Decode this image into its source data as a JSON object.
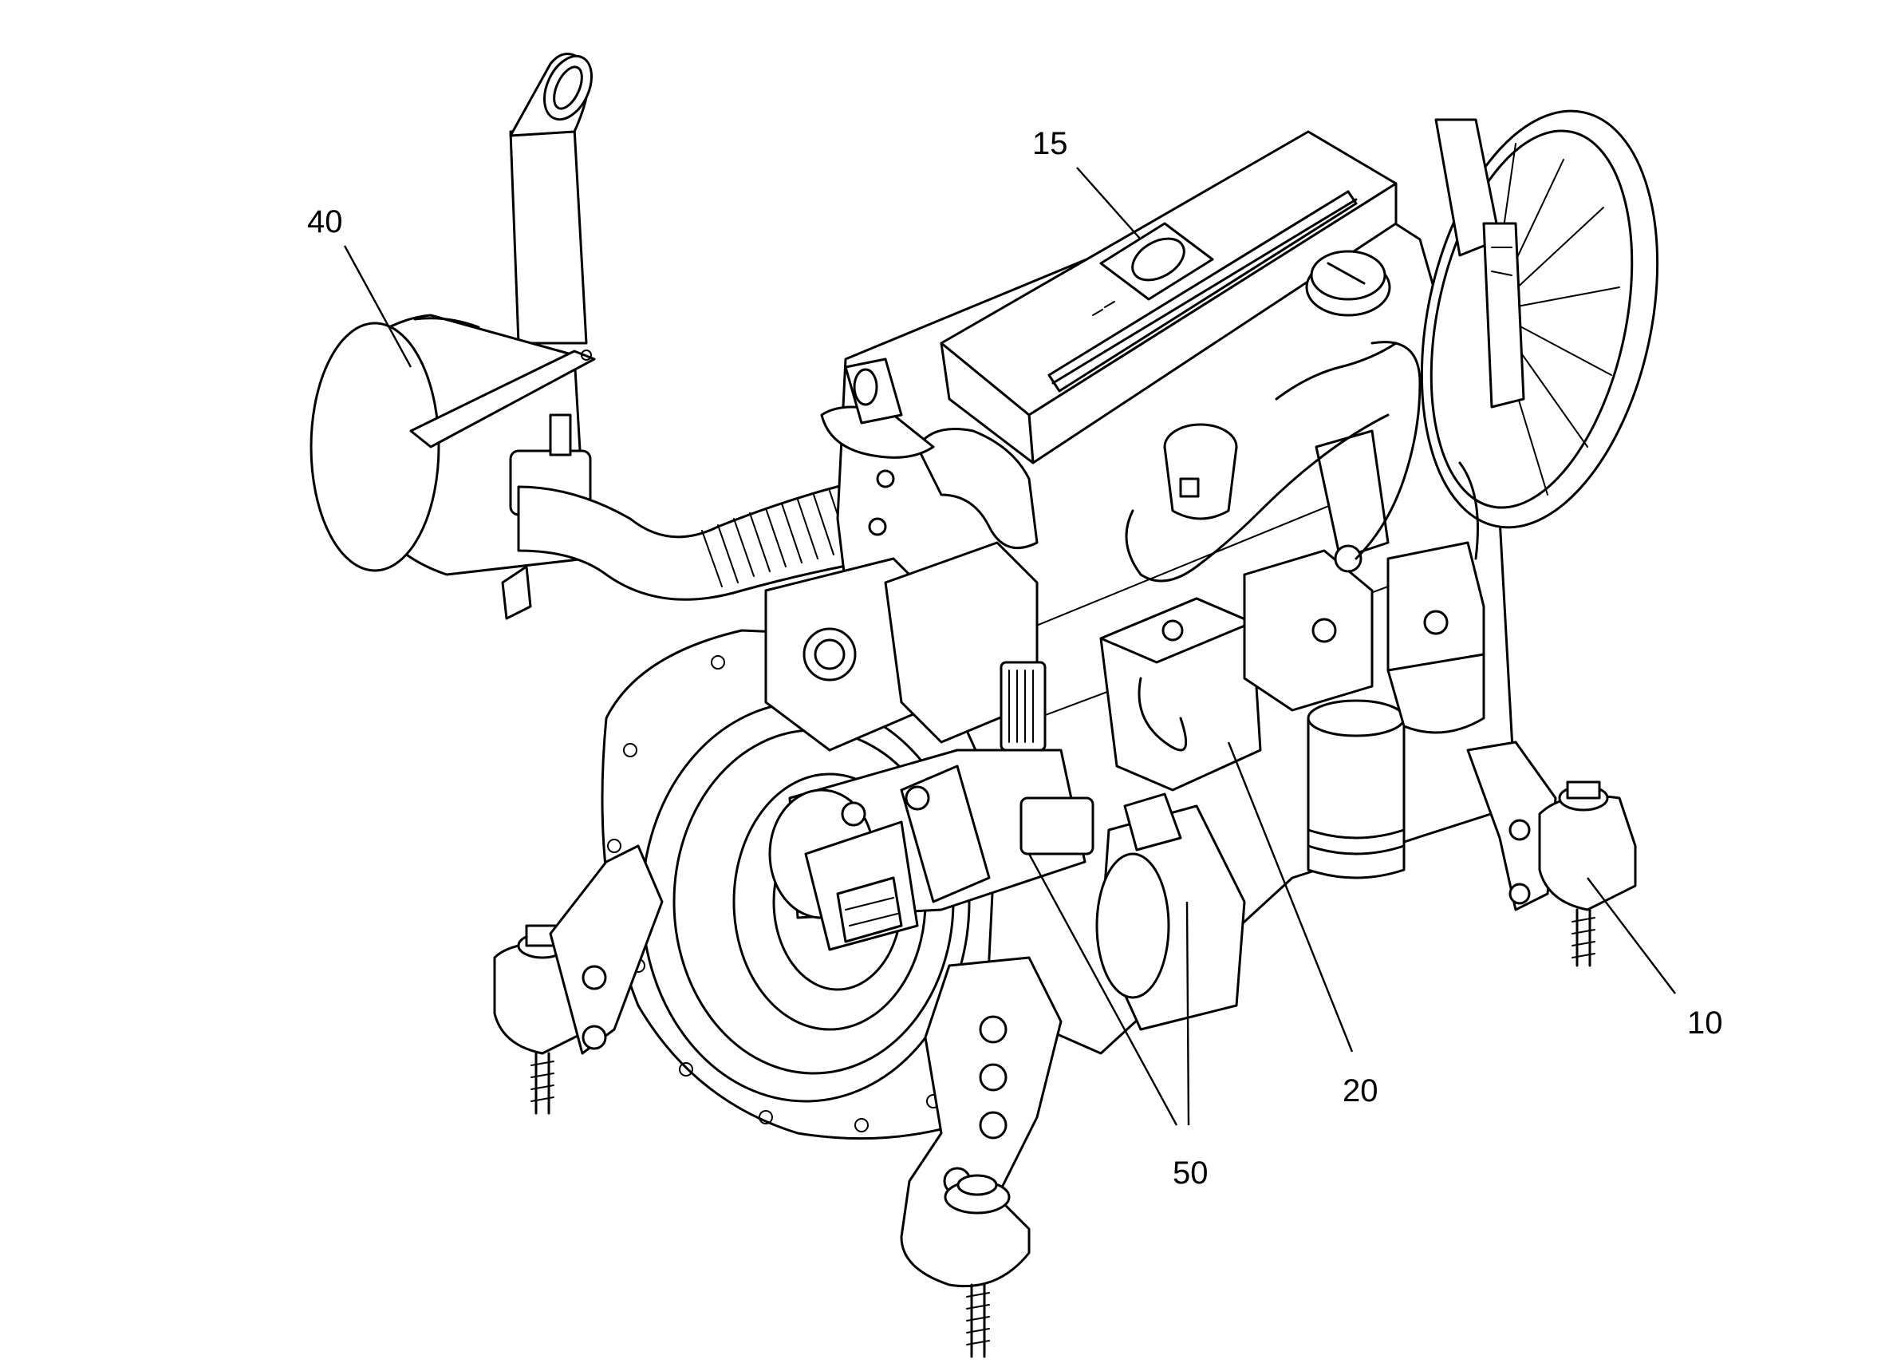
{
  "callouts": [
    {
      "id": "c15",
      "label": "15"
    },
    {
      "id": "c40",
      "label": "40"
    },
    {
      "id": "c10",
      "label": "10"
    },
    {
      "id": "c20",
      "label": "20"
    },
    {
      "id": "c50",
      "label": "50"
    }
  ]
}
